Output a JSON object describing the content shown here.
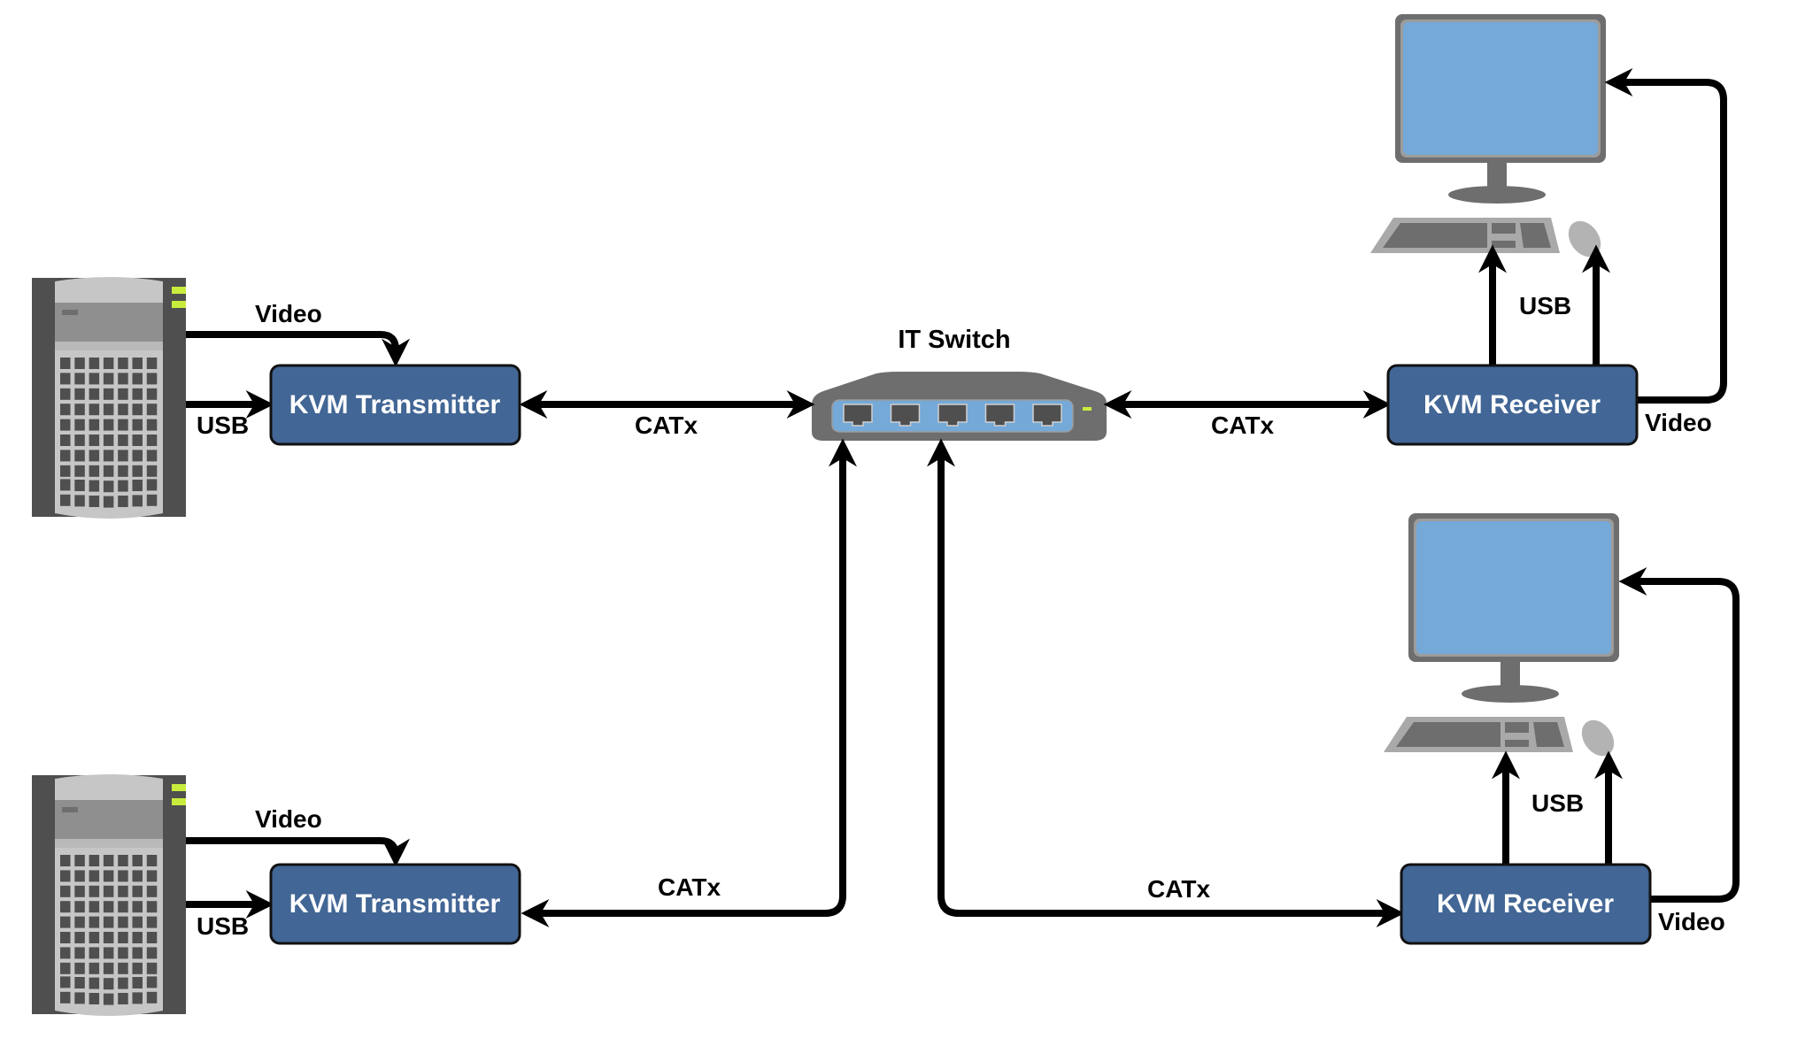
{
  "diagram": {
    "switch": {
      "label": "IT Switch",
      "port_count": 5
    },
    "transmitters": [
      {
        "label": "KVM Transmitter",
        "video_label": "Video",
        "usb_label": "USB"
      },
      {
        "label": "KVM Transmitter",
        "video_label": "Video",
        "usb_label": "USB"
      }
    ],
    "receivers": [
      {
        "label": "KVM Receiver",
        "usb_label": "USB",
        "video_label": "Video"
      },
      {
        "label": "KVM Receiver",
        "usb_label": "USB",
        "video_label": "Video"
      }
    ],
    "links": {
      "tx1_switch": "CATx",
      "switch_rx1": "CATx",
      "switch_tx2": "CATx",
      "switch_rx2": "CATx"
    },
    "colors": {
      "box_fill": "#426695",
      "screen": "#74a9d8",
      "device_dark": "#4f4f4f",
      "device_mid": "#6e6e6e",
      "device_light": "#c6c6c6",
      "led": "#c8ec3c"
    }
  }
}
